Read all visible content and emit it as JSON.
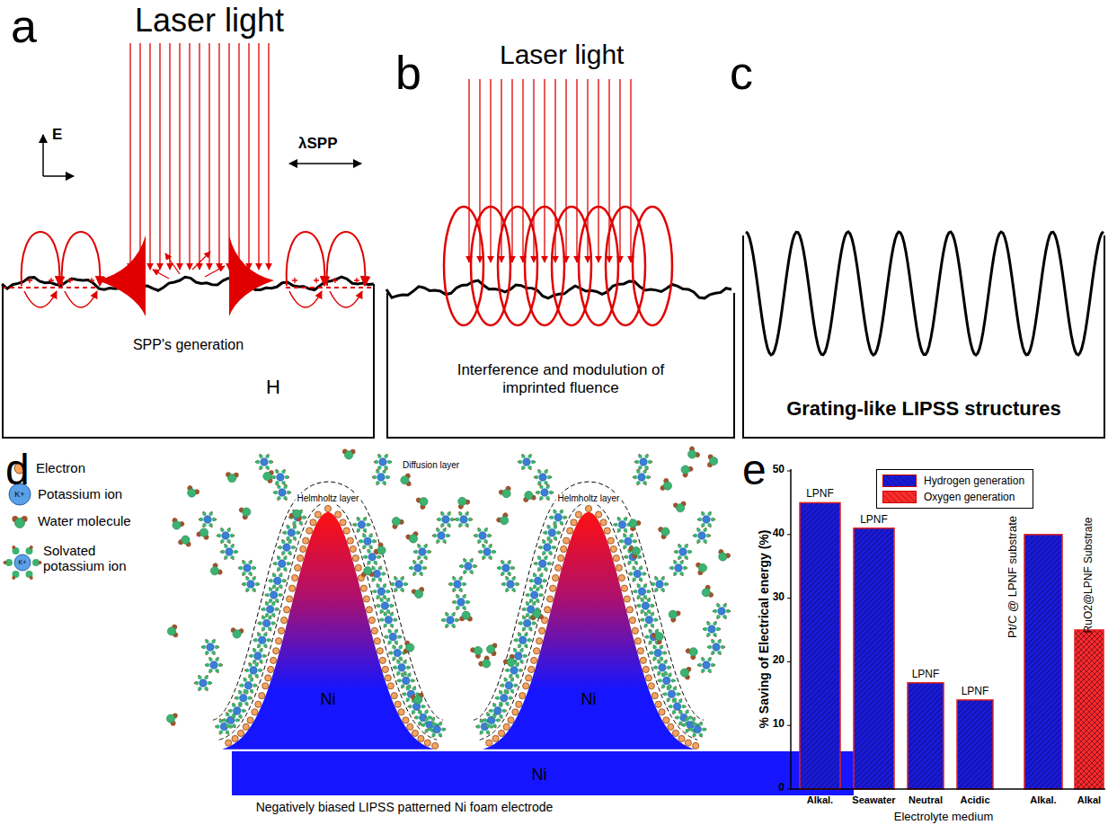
{
  "diagram": {
    "nodes": [
      {
        "text": [
          "SPP's generation"
        ]
      },
      {
        "text": [
          "Interference and modulution of imprinted fluence"
        ]
      },
      {
        "text": [
          "Grating-like LIPSS structures"
        ]
      }
    ],
    "labels": [
      "a",
      "Laser light",
      "E",
      "λSPP",
      "H",
      "b",
      "Laser light",
      "c",
      "d",
      "Electron",
      "Potassium ion",
      "K+",
      "Water molecule",
      "Solvated potassium ion",
      "K+",
      "Diffusion layer",
      "Helmholtz layer",
      "Helmholtz layer",
      "Ni",
      "Ni",
      "Ni",
      "Negatively biased LIPSS patterned Ni foam electrode",
      "e",
      "% Saving of Electrical energy (%)",
      "0",
      "10",
      "20",
      "30",
      "40",
      "50",
      "LPNF",
      "LPNF",
      "LPNF",
      "LPNF",
      "Pt/C @ LPNF substrate",
      "RuO2@LPNF Substrate",
      "Alkal.",
      "Seawater",
      "Neutral",
      "Acidic",
      "Alkal.",
      "Alkal",
      "Electrolyte medium"
    ],
    "legend": [
      {
        "text": "Hydrogen generation",
        "color": "#1a1ad6"
      },
      {
        "text": "Oxygen generation",
        "color": "#ff2a2a"
      }
    ]
  }
}
